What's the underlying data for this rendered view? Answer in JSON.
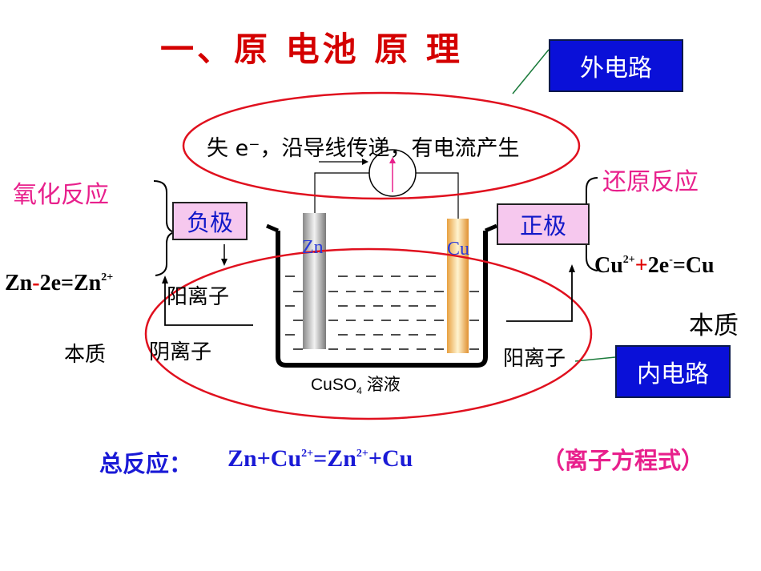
{
  "title": "一、原 电池 原 理",
  "external_circuit": "外电路",
  "internal_circuit": "内电路",
  "ellipse_top_text": "失 e⁻，沿导线传递，有电流产生",
  "oxidation": "氧化反应",
  "reduction": "还原反应",
  "negative_electrode": "负极",
  "positive_electrode": "正极",
  "zn_label": "Zn",
  "cu_label": "Cu",
  "left_formula": {
    "a": "Zn",
    "b": "-",
    "c": "2e=Zn",
    "sup": "2+"
  },
  "right_formula": {
    "a": "Cu",
    "sup1": "2+",
    "b": "+",
    "c": "2e",
    "sup2": "-",
    "d": "=Cu"
  },
  "essence_left": "本质",
  "essence_right": "本质",
  "cation_left": "阳离子",
  "anion_left": "阴离子",
  "cation_right": "阳离子",
  "solution": {
    "formula": "CuSO",
    "sub": "4",
    "word": "溶液"
  },
  "overall": {
    "label": "总反应：",
    "eq_a": "Zn+Cu",
    "sup1": "2+",
    "eq_b": "=Zn",
    "sup2": "2+",
    "eq_c": "+Cu"
  },
  "ionic_equation": "（离子方程式）",
  "colors": {
    "title": "#d40000",
    "ellipse": "#e0101e",
    "blue_box": "#0a10d8",
    "pink_box": "#f6c8ee",
    "magenta": "#e8208c",
    "equation_blue": "#1a1ad6"
  }
}
